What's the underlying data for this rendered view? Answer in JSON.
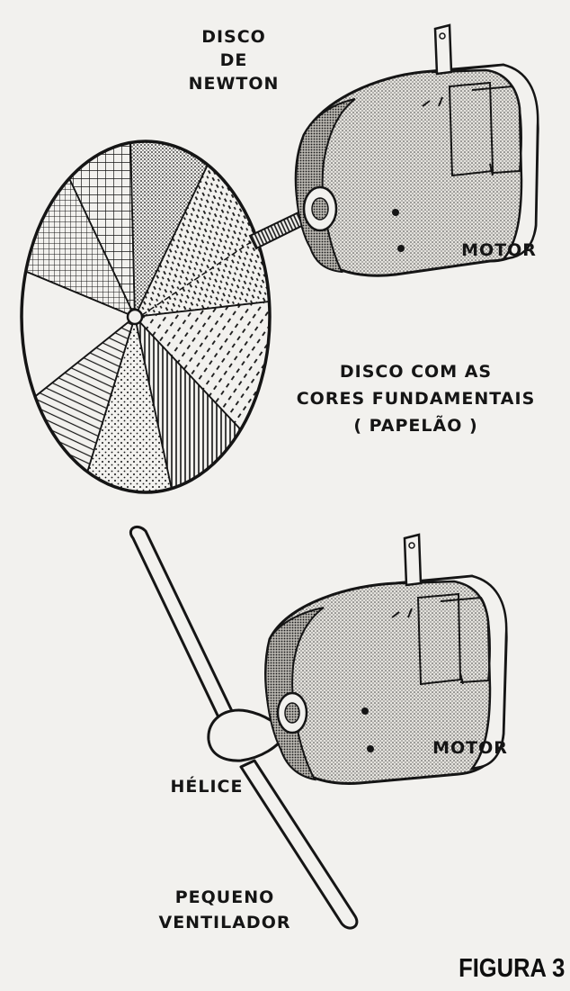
{
  "labels": {
    "disc_title": [
      "DISCO",
      "DE",
      "NEWTON"
    ],
    "motor_top": "MOTOR",
    "disc_caption": [
      "DISCO COM AS",
      "CORES FUNDAMENTAIS",
      "( PAPELÃO )"
    ],
    "motor_bottom": "MOTOR",
    "propeller": "HÉLICE",
    "fan_caption": [
      "PEQUENO",
      "VENTILADOR"
    ]
  },
  "figure_label": "FIGURA 3",
  "colors": {
    "ink": "#151515",
    "paper": "#f2f1ee",
    "motor_shade": "#c9c6c0"
  },
  "disc_sectors": [
    {
      "fill": "crosshatch"
    },
    {
      "fill": "dots-dense"
    },
    {
      "fill": "dashes-grid"
    },
    {
      "fill": "dashes-diagonal"
    },
    {
      "fill": "vertical-lines"
    },
    {
      "fill": "dots-sparse"
    },
    {
      "fill": "diagonal-lines"
    },
    {
      "fill": "blank"
    },
    {
      "fill": "crosshatch-fine"
    }
  ]
}
